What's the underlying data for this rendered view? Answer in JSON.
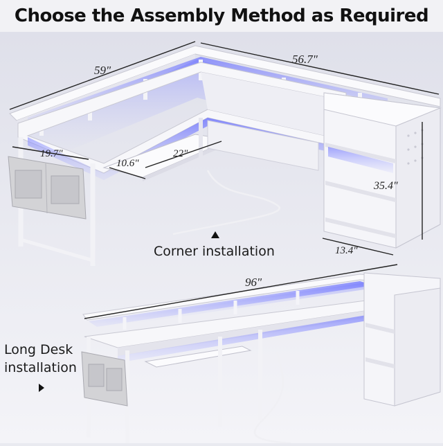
{
  "banner": {
    "title": "Choose the Assembly Method as Required"
  },
  "corner": {
    "caption": "Corner installation",
    "dims": {
      "width_left": "59\"",
      "width_right": "56.7\"",
      "bag": "19.7\"",
      "keyboard_depth": "10.6\"",
      "keyboard_width": "22\"",
      "shelf_height": "35.4\"",
      "shelf_depth": "13.4\""
    }
  },
  "long": {
    "caption": "Long Desk\ninstallation",
    "dims": {
      "length": "96\""
    }
  },
  "colors": {
    "background": "#e9eaf0",
    "desk_white": "#f7f7fa",
    "led_glow": "#7d83ff",
    "fabric_bag": "#d3d3d6"
  },
  "icons": {
    "corner_marker": "up-triangle-icon",
    "long_marker": "right-triangle-icon"
  }
}
